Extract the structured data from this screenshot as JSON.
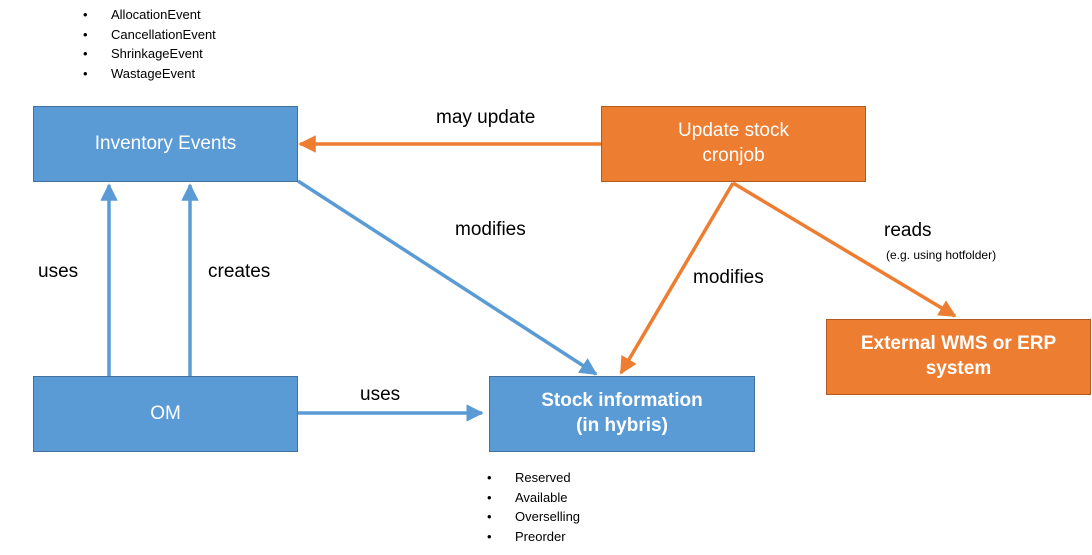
{
  "boxes": {
    "inventory_events": {
      "label": "Inventory Events"
    },
    "update_stock_cronjob": {
      "label": "Update stock\ncronjob"
    },
    "om": {
      "label": "OM"
    },
    "stock_information": {
      "label": "Stock information\n(in hybris)"
    },
    "external_wms_erp": {
      "label": "External WMS or ERP\nsystem"
    }
  },
  "edges": {
    "may_update": "may update",
    "modifies_from_events": "modifies",
    "modifies_from_cronjob": "modifies",
    "reads": "reads",
    "reads_note": "(e.g. using hotfolder)",
    "uses_om_to_events": "uses",
    "creates": "creates",
    "uses_om_to_stock": "uses"
  },
  "event_types": [
    "AllocationEvent",
    "CancellationEvent",
    "ShrinkageEvent",
    "WastageEvent"
  ],
  "stock_states": [
    "Reserved",
    "Available",
    "Overselling",
    "Preorder"
  ],
  "colors": {
    "blue_box": "#5b9bd5",
    "orange_box": "#ed7d31",
    "blue_line": "#5b9bd5",
    "orange_line": "#ed7d31"
  }
}
